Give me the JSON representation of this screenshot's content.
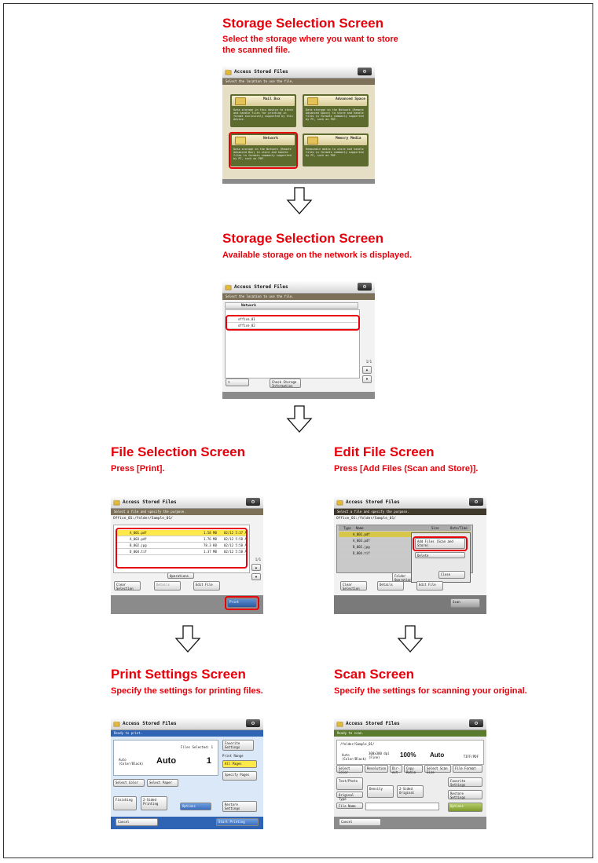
{
  "steps": [
    {
      "title": "Storage Selection Screen",
      "desc": "Select the storage where you want to store the scanned file."
    },
    {
      "title": "Storage Selection Screen",
      "desc": "Available storage on the network is displayed."
    },
    {
      "title": "File Selection Screen",
      "desc": "Press [Print]."
    },
    {
      "title": "Edit File Screen",
      "desc": "Press [Add Files (Scan and Store)]."
    },
    {
      "title": "Print Settings Screen",
      "desc": "Specify the settings for printing files."
    },
    {
      "title": "Scan Screen",
      "desc": "Specify the settings for scanning your original."
    }
  ],
  "screen": {
    "app_title": "Access Stored Files",
    "select_location": "Select the location to use the file.",
    "select_file": "Select a file and specify the purpose.",
    "ready_print": "Ready to print.",
    "ready_scan": "Ready to scan."
  },
  "storage": [
    {
      "name": "Mail Box",
      "desc": "Data storage in this device to store and handle files for printing in format exclusively supported by this device."
    },
    {
      "name": "Advanced Space",
      "desc": "Data storage on the Network (Remote Advanced Space) to store and handle files in formats commonly supported by PC, such as PDF."
    },
    {
      "name": "Network",
      "desc": "Data storage on the Network (Remote Advanced Box) to store and handle files in formats commonly supported by PC, such as PDF."
    },
    {
      "name": "Memory Media",
      "desc": "Removable media to store and handle files in formats commonly supported by PC, such as PDF."
    }
  ],
  "network": {
    "header": "Network",
    "items": [
      "office_01",
      "office_02"
    ],
    "page": "1/1",
    "check_storage": "Check Storage Information"
  },
  "files": {
    "path": "Office_01:/folder/Sample_01/",
    "col_type": "Type",
    "col_name": "Name",
    "col_size": "Size",
    "col_date": "Date/Time",
    "rows": [
      {
        "name": "A_001.pdf",
        "size": "1.58 MB",
        "date": "02/12 5:37 A"
      },
      {
        "name": "A_003.pdf",
        "size": "1.76 MB",
        "date": "02/12 5:58 A"
      },
      {
        "name": "B_002.jpg",
        "size": "78.3 KB",
        "date": "02/12 5:58 A"
      },
      {
        "name": "D_004.tif",
        "size": "1.37 MB",
        "date": "02/12 5:58 A"
      }
    ],
    "operations": "Operations",
    "folder_operations": "Folder Operations",
    "clear_selection": "Clear Selection",
    "details": "Details",
    "edit_file": "Edit File",
    "print": "Print",
    "scan": "Scan",
    "page": "1/1"
  },
  "edit_menu": {
    "add_files": "Add Files (Scan and Store)",
    "delete": "Delete",
    "close": "Close"
  },
  "print_settings": {
    "files_selected": "Files Selected:",
    "files_selected_count": "1",
    "color": "Auto (Color/Black)",
    "paper": "Auto",
    "copies": "1",
    "favorite": "Favorite Settings",
    "print_range": "Print Range",
    "all_pages": "All Pages",
    "specify_pages": "Specify Pages",
    "select_color": "Select Color",
    "select_paper": "Select Paper",
    "finishing": "Finishing",
    "two_sided": "2-Sided Printing",
    "options": "Options",
    "restore": "Restore Settings",
    "cancel": "Cancel",
    "start": "Start Printing"
  },
  "scan_settings": {
    "path": "/folder/Sample_01/",
    "color": "Auto (Color/Black)",
    "resolution_val": "300x300 dpi (Fine)",
    "ratio": "100%",
    "scan_size": "Auto",
    "format": "TIFF/PDF",
    "select_color": "Select Color",
    "resolution": "Resolution",
    "direct": "Dir-ect",
    "copy_ratio": "Copy Ratio",
    "select_scan_size": "Select Scan Size",
    "file_format": "File Format",
    "text_photo": "Text/Photo",
    "original_type": "Original Type",
    "density": "Density",
    "two_sided_original": "2-Sided Original",
    "favorite": "Favorite Settings",
    "restore": "Restore Settings",
    "file_name": "File Name",
    "options": "Options",
    "cancel": "Cancel"
  }
}
